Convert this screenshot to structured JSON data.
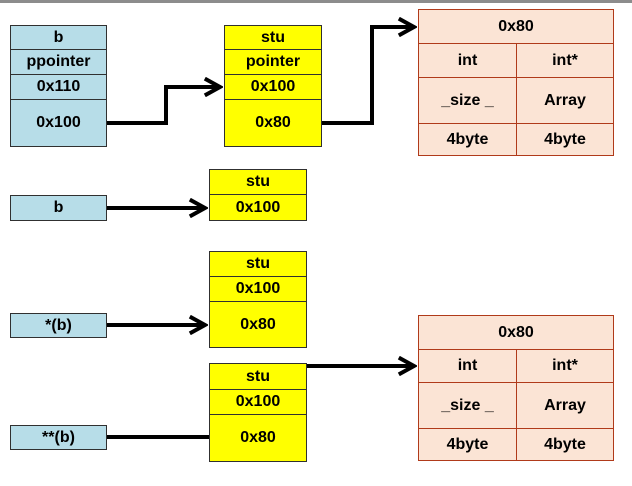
{
  "b_block": {
    "name": "b",
    "type": "ppointer",
    "address": "0x110",
    "value": "0x100"
  },
  "stu_block": {
    "name": "stu",
    "type": "pointer",
    "address": "0x100",
    "value": "0x80"
  },
  "struct_top": {
    "address": "0x80",
    "field_types": [
      "int",
      "int*"
    ],
    "field_names": [
      "_size _",
      "Array"
    ],
    "field_sizes": [
      "4byte",
      "4byte"
    ]
  },
  "row_b": {
    "label": "b",
    "stu_name": "stu",
    "stu_address": "0x100"
  },
  "row_deref1": {
    "label": "*(b)",
    "stu_name": "stu",
    "stu_address": "0x100",
    "stu_value": "0x80"
  },
  "row_deref2": {
    "label": "**(b)",
    "stu_name": "stu",
    "stu_address": "0x100",
    "stu_value": "0x80"
  },
  "struct_bottom": {
    "address": "0x80",
    "field_types": [
      "int",
      "int*"
    ],
    "field_names": [
      "_size _",
      "Array"
    ],
    "field_sizes": [
      "4byte",
      "4byte"
    ]
  }
}
